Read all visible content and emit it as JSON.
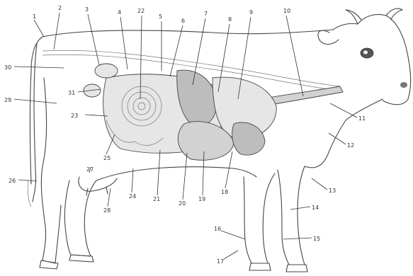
{
  "labels": [
    "1",
    "2",
    "3",
    "4",
    "22",
    "5",
    "6",
    "7",
    "8",
    "9",
    "10",
    "11",
    "12",
    "13",
    "14",
    "15",
    "16",
    "17",
    "18",
    "19",
    "20",
    "21",
    "24",
    "28",
    "27",
    "25",
    "23",
    "31",
    "29",
    "30",
    "26"
  ]
}
